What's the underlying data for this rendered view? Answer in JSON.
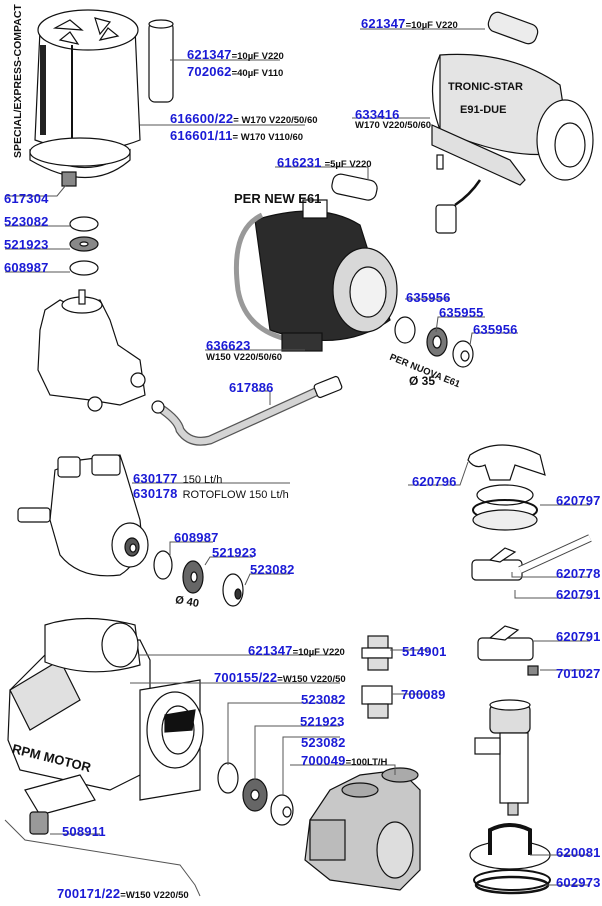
{
  "diagram": {
    "side_title": "SPECIAL/EXPRESS-COMPACT",
    "headings": {
      "per_new_e61": "PER NEW E61",
      "tronic_star": "TRONIC-STAR",
      "e91_due": "E91-DUE",
      "per_nuova_e61": "PER NUOVA E61",
      "dia35": "Ø 35",
      "dia40": "Ø 40",
      "rpm_motor": "RPM MOTOR"
    },
    "labels": [
      {
        "id": "621347-a",
        "part": "621347",
        "spec": "=10µF  V220"
      },
      {
        "id": "702062",
        "part": "702062",
        "spec": "=40µF  V110"
      },
      {
        "id": "616600",
        "part": "616600/22",
        "spec": "= W170 V220/50/60"
      },
      {
        "id": "616601",
        "part": "616601/11",
        "spec": "= W170 V110/60"
      },
      {
        "id": "617304",
        "part": "617304",
        "spec": ""
      },
      {
        "id": "523082-a",
        "part": "523082",
        "spec": ""
      },
      {
        "id": "521923-a",
        "part": "521923",
        "spec": ""
      },
      {
        "id": "608987-a",
        "part": "608987",
        "spec": ""
      },
      {
        "id": "621347-b",
        "part": "621347",
        "spec": "=10µF  V220"
      },
      {
        "id": "633416",
        "part": "633416",
        "spec": "W170 V220/50/60"
      },
      {
        "id": "616231",
        "part": "616231",
        "spec": "=5µF V220"
      },
      {
        "id": "636623",
        "part": "636623",
        "spec": "W150 V220/50/60"
      },
      {
        "id": "635956-a",
        "part": "635956",
        "spec": ""
      },
      {
        "id": "635955",
        "part": "635955",
        "spec": ""
      },
      {
        "id": "635956-b",
        "part": "635956",
        "spec": ""
      },
      {
        "id": "617886",
        "part": "617886",
        "spec": ""
      },
      {
        "id": "630177",
        "part": "630177",
        "spec": "150 Lt/h"
      },
      {
        "id": "630178",
        "part": "630178",
        "spec": "ROTOFLOW 150 Lt/h"
      },
      {
        "id": "608987-b",
        "part": "608987",
        "spec": ""
      },
      {
        "id": "521923-b",
        "part": "521923",
        "spec": ""
      },
      {
        "id": "523082-b",
        "part": "523082",
        "spec": ""
      },
      {
        "id": "620796",
        "part": "620796",
        "spec": ""
      },
      {
        "id": "620797",
        "part": "620797",
        "spec": ""
      },
      {
        "id": "620778",
        "part": "620778",
        "spec": ""
      },
      {
        "id": "620791-a",
        "part": "620791",
        "spec": ""
      },
      {
        "id": "621347-c",
        "part": "621347",
        "spec": "=10µF  V220"
      },
      {
        "id": "700155",
        "part": "700155/22",
        "spec": "=W150 V220/50"
      },
      {
        "id": "523082-c",
        "part": "523082",
        "spec": ""
      },
      {
        "id": "521923-c",
        "part": "521923",
        "spec": ""
      },
      {
        "id": "523082-d",
        "part": "523082",
        "spec": ""
      },
      {
        "id": "700049",
        "part": "700049",
        "spec": "=100LT/H"
      },
      {
        "id": "514901",
        "part": "514901",
        "spec": ""
      },
      {
        "id": "700089",
        "part": "700089",
        "spec": ""
      },
      {
        "id": "620791-b",
        "part": "620791",
        "spec": ""
      },
      {
        "id": "701027",
        "part": "701027",
        "spec": ""
      },
      {
        "id": "508911",
        "part": "508911",
        "spec": ""
      },
      {
        "id": "700171",
        "part": "700171/22",
        "spec": "=W150 V220/50"
      },
      {
        "id": "620081",
        "part": "620081",
        "spec": ""
      },
      {
        "id": "602973",
        "part": "602973",
        "spec": ""
      }
    ],
    "colors": {
      "part_number": "#1a1ad6",
      "leader_line": "#555555",
      "ink": "#111111",
      "motor_dark": "#2a2a2a",
      "metal_gray": "#bdbdbd",
      "light_gray": "#dcdcdc"
    }
  }
}
